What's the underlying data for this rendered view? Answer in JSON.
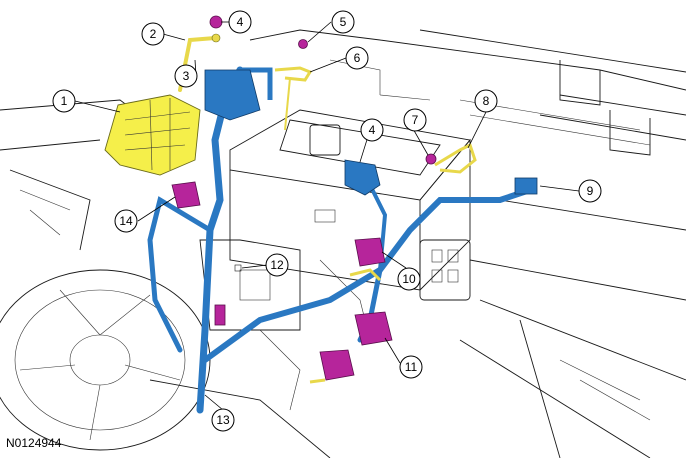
{
  "figure_id": "N0124944",
  "colors": {
    "component_yellow": "#f5ef4a",
    "harness_blue": "#2a78c2",
    "connector_magenta": "#b6259b",
    "wire_yellow": "#e8d84a",
    "line_art": "#1a1a1a"
  },
  "callouts": [
    {
      "id": "callout-1",
      "label": "1",
      "target": "fuse-box-yellow"
    },
    {
      "id": "callout-2",
      "label": "2",
      "target": "ground-strap"
    },
    {
      "id": "callout-3",
      "label": "3",
      "target": "ground-strap-end"
    },
    {
      "id": "callout-4a",
      "label": "4",
      "target": "nut-top"
    },
    {
      "id": "callout-4b",
      "label": "4",
      "target": "terminal-battery"
    },
    {
      "id": "callout-5",
      "label": "5",
      "target": "nut-small"
    },
    {
      "id": "callout-6",
      "label": "6",
      "target": "bracket-wire"
    },
    {
      "id": "callout-7",
      "label": "7",
      "target": "nut-right"
    },
    {
      "id": "callout-8",
      "label": "8",
      "target": "ground-wire-right"
    },
    {
      "id": "callout-9",
      "label": "9",
      "target": "harness-end-right"
    },
    {
      "id": "callout-10",
      "label": "10",
      "target": "connector-center"
    },
    {
      "id": "callout-11",
      "label": "11",
      "target": "connector-lower"
    },
    {
      "id": "callout-12",
      "label": "12",
      "target": "battery-tray"
    },
    {
      "id": "callout-13",
      "label": "13",
      "target": "main-harness"
    },
    {
      "id": "callout-14",
      "label": "14",
      "target": "connector-left"
    }
  ]
}
